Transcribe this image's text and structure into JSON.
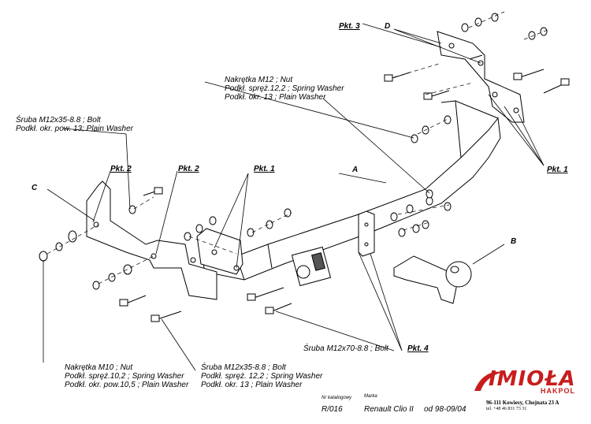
{
  "labels": {
    "pkt3": "Pkt. 3",
    "d": "D",
    "nut_m12": "Nakrętka  M12 ; Nut",
    "spring_12_2": "Podkł. spręż.12,2 ; Spring Washer",
    "plain_13": "Podkł. okr. 13 ; Plain Washer",
    "bolt_m12x35_top": "Śruba M12x35-8.8 ;  Bolt",
    "plain_13_pow": "Podkł. okr. pow. 13; Plain Washer",
    "pkt2_a": "Pkt. 2",
    "pkt2_b": "Pkt. 2",
    "pkt1_mid": "Pkt. 1",
    "c": "C",
    "a": "A",
    "b": "B",
    "pkt1_right": "Pkt. 1",
    "bolt_m12x70": "Śruba M12x70-8.8 ;  Bolt",
    "pkt4": "Pkt. 4",
    "nut_m10": "Nakrętka  M10 ; Nut",
    "spring_10_2": "Podkł. spręż.10,2 ; Spring Washer",
    "plain_10_5": "Podkł. okr. pow.10,5 ; Plain Washer",
    "bolt_m12x35_bot": "Śruba M12x35-8.8 ;  Bolt",
    "spring_12_2_b": "Podkł. spręż. 12,2 ; Spring Washer",
    "plain_13_b": "Podkł. okr. 13 ; Plain Washer"
  },
  "title_block": {
    "catalog_label": "Nr katalogowy",
    "brand_label": "Marka",
    "catalog_no": "R/016",
    "model": "Renault Clio II",
    "from": "od  98-09/04"
  },
  "logo": {
    "name": "IMIOŁA",
    "sub": "HAKPOL",
    "address": "96-111 Kowiesy, Chojnata 23 A",
    "tel": "tel. +48 46 831 73 31",
    "color": "#c81d1d"
  }
}
